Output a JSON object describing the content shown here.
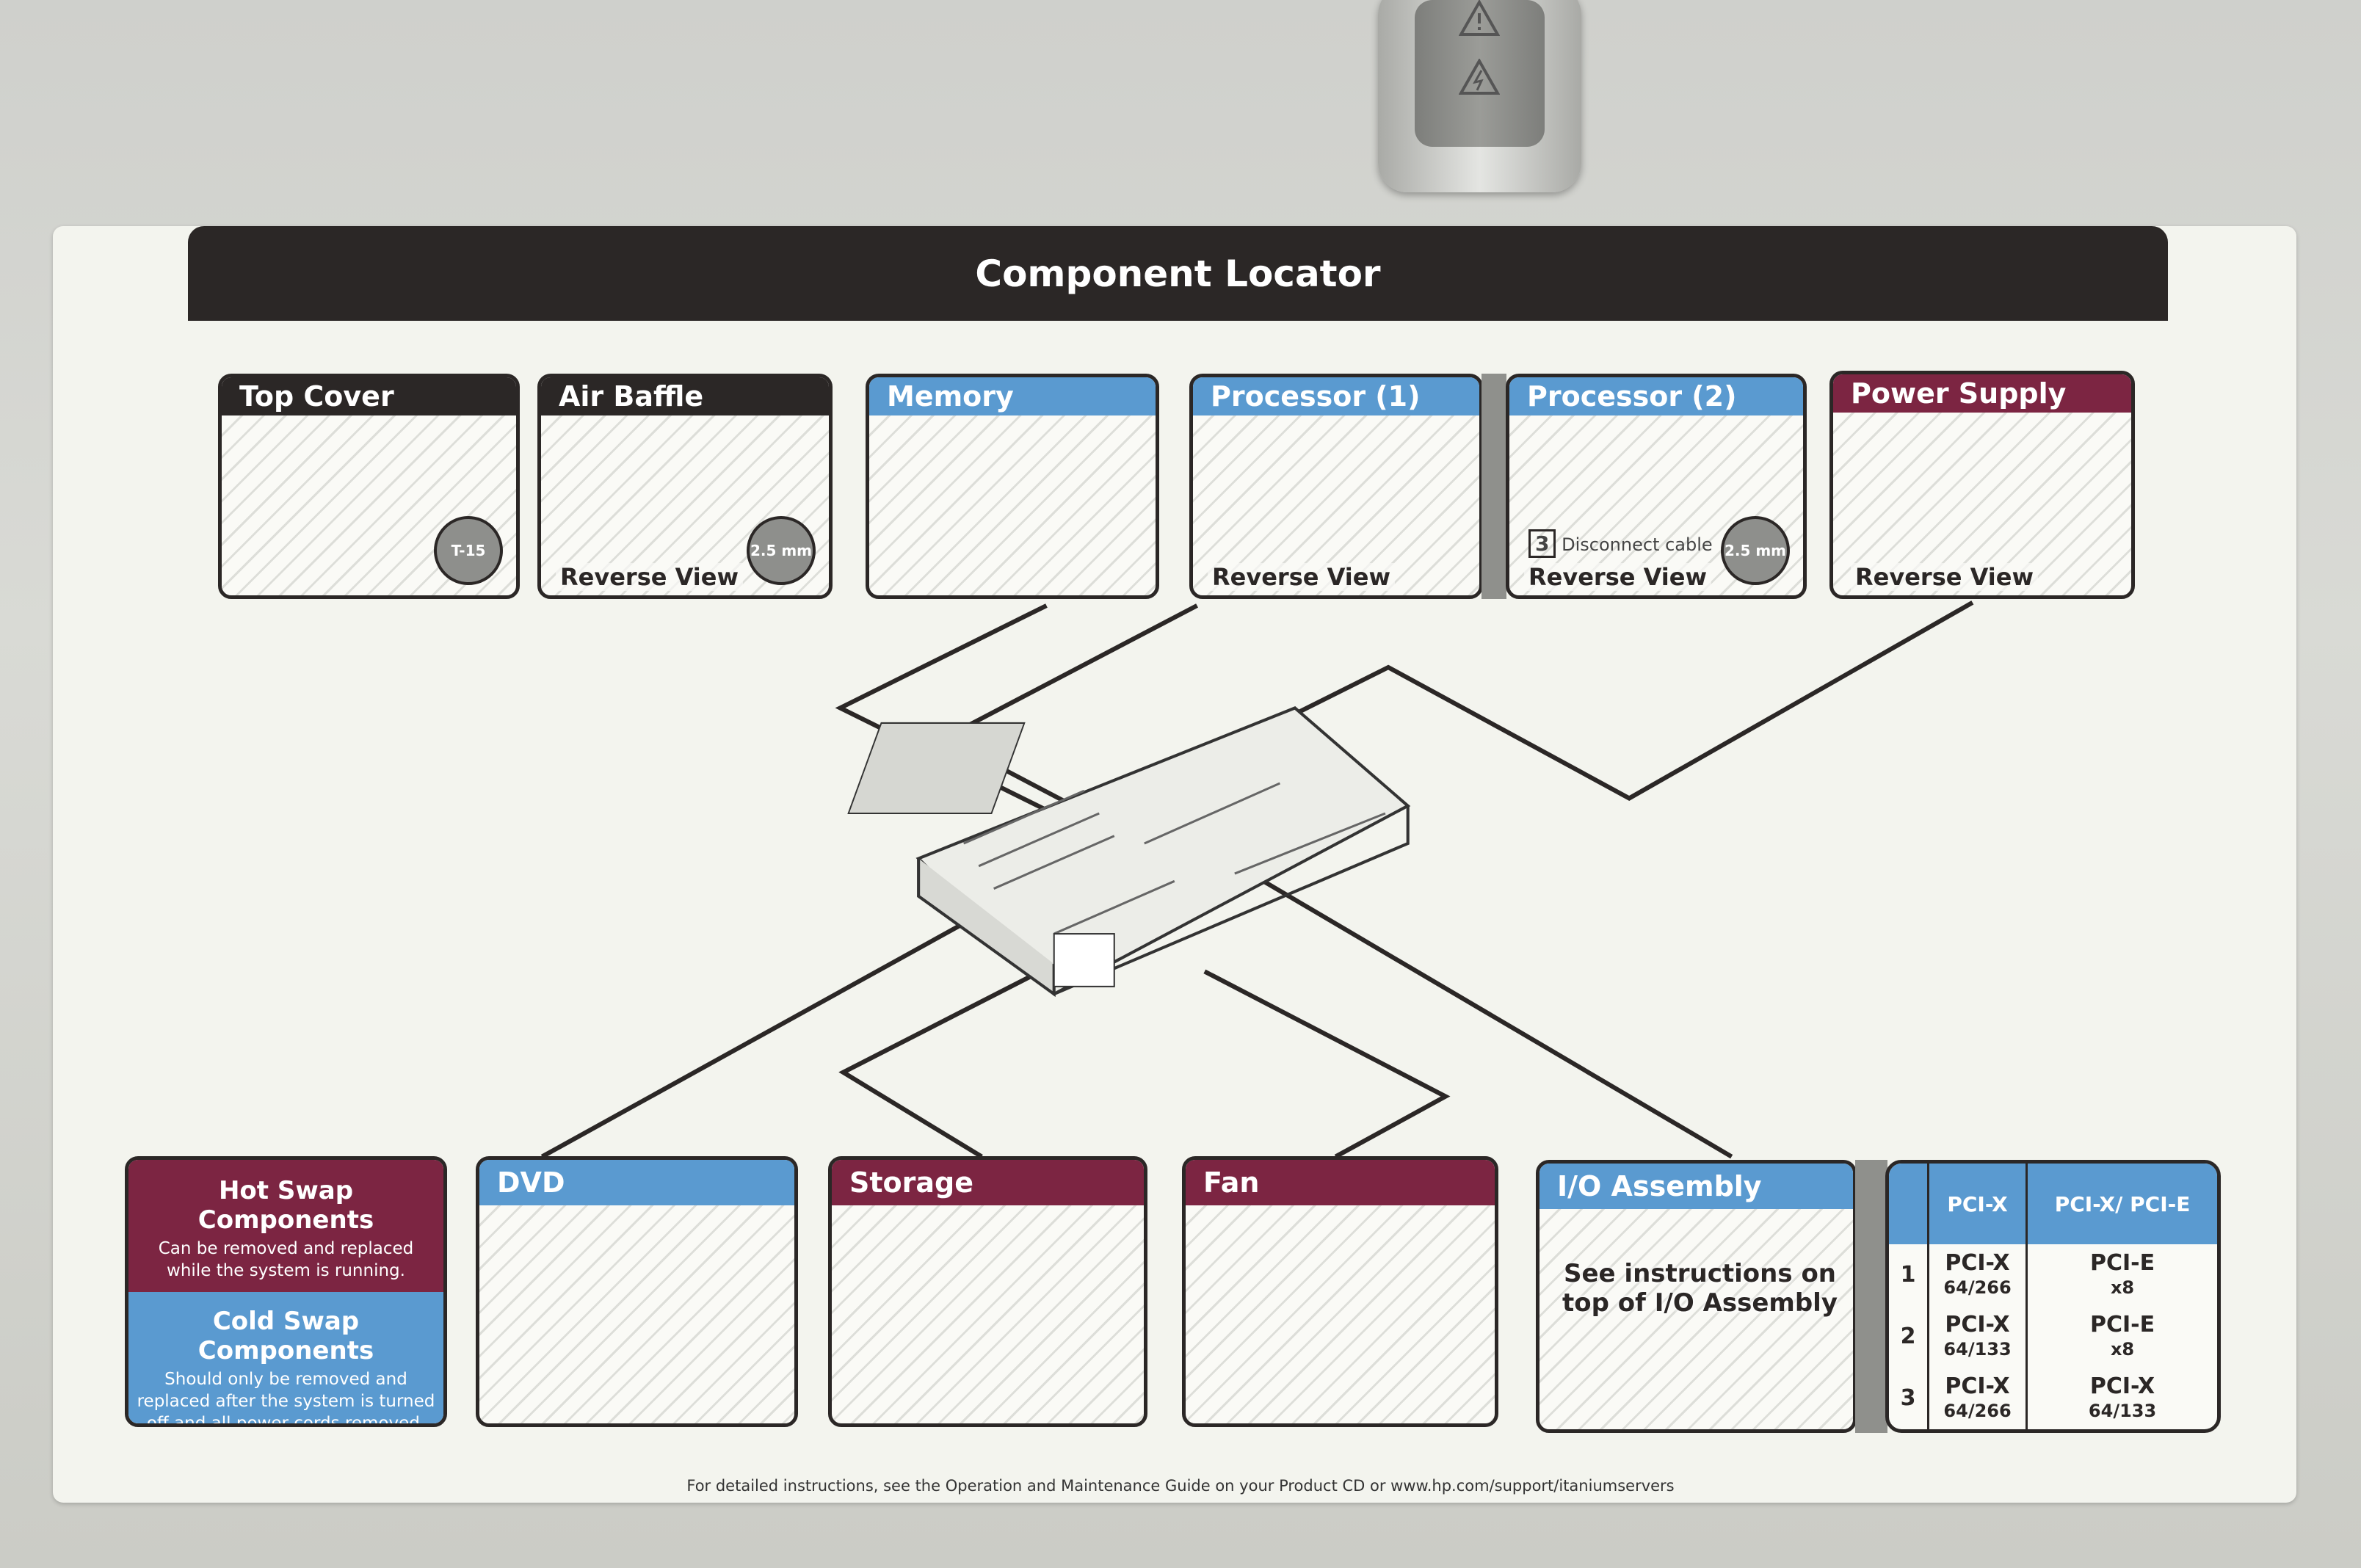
{
  "title": "Component Locator",
  "top_panels": [
    {
      "label": "Top Cover",
      "tool": "T-15"
    },
    {
      "label": "Air Baffle",
      "note": "Reverse View",
      "tool": "2.5 mm"
    },
    {
      "label": "Memory"
    },
    {
      "label": "Processor (1)",
      "note": "Reverse View"
    },
    {
      "label": "Processor (2)",
      "note": "Reverse View",
      "step": "3",
      "step_text": "Disconnect cable",
      "tool": "2.5 mm"
    },
    {
      "label": "Power Supply",
      "note": "Reverse View"
    }
  ],
  "legend": {
    "hot_title": "Hot Swap Components",
    "hot_text": "Can be removed and replaced while the system is running.",
    "cold_title": "Cold Swap Components",
    "cold_text": "Should only be removed and replaced after the system is turned off and all power cords removed."
  },
  "bottom_panels": [
    {
      "label": "DVD"
    },
    {
      "label": "Storage"
    },
    {
      "label": "Fan"
    },
    {
      "label": "I/O Assembly",
      "note": "See instructions on top of I/O Assembly"
    }
  ],
  "pci_table": {
    "headers": [
      "PCI-X",
      "PCI-X/ PCI-E"
    ],
    "rows": [
      {
        "slot": "1",
        "a": "PCI-X",
        "a_sub": "64/266",
        "b": "PCI-E",
        "b_sub": "x8"
      },
      {
        "slot": "2",
        "a": "PCI-X",
        "a_sub": "64/133",
        "b": "PCI-E",
        "b_sub": "x8"
      },
      {
        "slot": "3",
        "a": "PCI-X",
        "a_sub": "64/266",
        "b": "PCI-X",
        "b_sub": "64/133"
      }
    ]
  },
  "footer": "For detailed instructions, see the Operation and Maintenance Guide on your Product CD or www.hp.com/support/itaniumservers",
  "colors": {
    "dark": "#2b2726",
    "blue": "#5a9ad0",
    "maroon": "#7c2542"
  }
}
